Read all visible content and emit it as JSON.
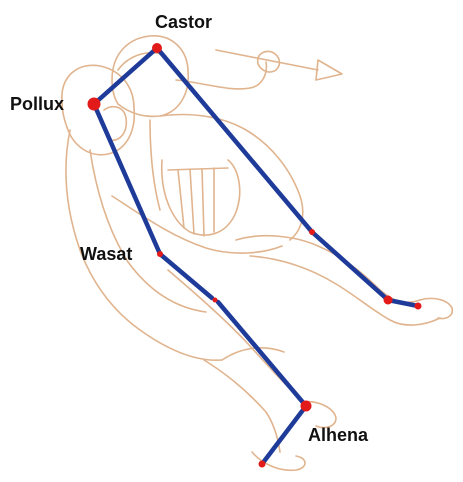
{
  "colors": {
    "outline": "#e0b48e",
    "line": "#1f3b9a",
    "star": "#e21a1a",
    "background": "#ffffff"
  },
  "stars": {
    "castor": "Castor",
    "pollux": "Pollux",
    "wasat": "Wasat",
    "alhena": "Alhena"
  }
}
